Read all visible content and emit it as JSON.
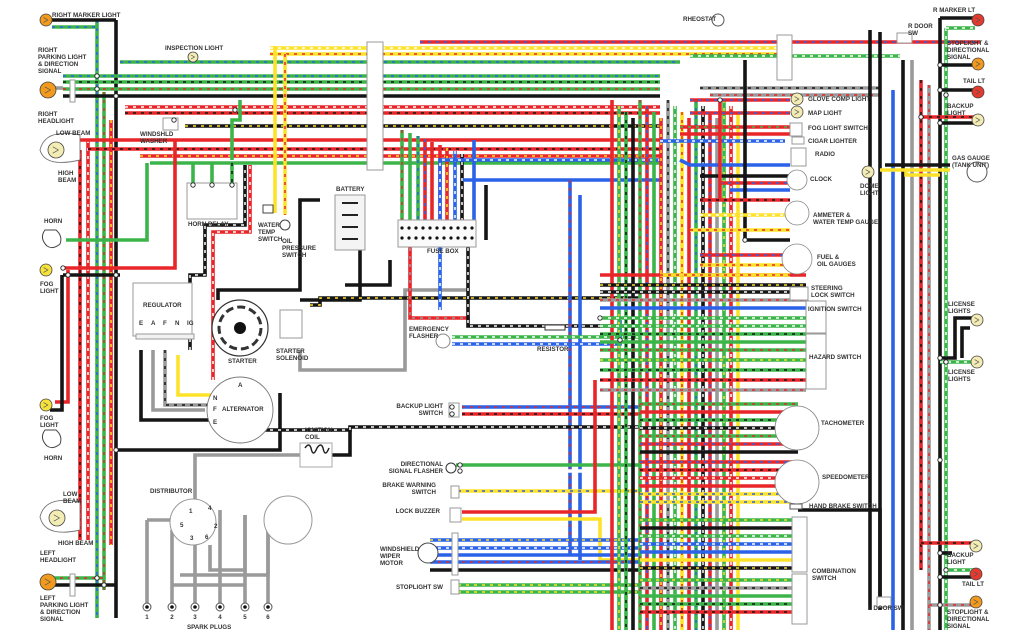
{
  "title": "Wiring Diagram",
  "colors": {
    "red": "#e8262a",
    "green": "#3bb54a",
    "blue": "#2a62e8",
    "yellow": "#fde22a",
    "black": "#151515",
    "gray": "#9a9a9a",
    "white": "#ffffff",
    "orange_lamp": "#f29a1d",
    "red_lamp": "#e63a2e",
    "cream_lamp": "#f3ecb4",
    "yellow_lamp": "#f6e23a"
  },
  "labels": {
    "right_marker_light": "RIGHT MARKER LIGHT",
    "right_parking_light": [
      "RIGHT",
      "PARKING LIGHT",
      "& DIRECTION",
      "SIGNAL"
    ],
    "right_headlight": [
      "RIGHT",
      "HEADLIGHT"
    ],
    "low_beam_r": "LOW BEAM",
    "high_beam_r": [
      "HIGH",
      "BEAM"
    ],
    "inspection_light": "INSPECTION LIGHT",
    "windshld_washer": [
      "WINDSHLD",
      "WASHER"
    ],
    "horn_relay": "HORN RELAY",
    "horn_top": "HORN",
    "fog_light_top": [
      "FOG",
      "LIGHT"
    ],
    "regulator": "REGULATOR",
    "regulator_pins": [
      "E",
      "A",
      "F",
      "N",
      "IG"
    ],
    "starter": "STARTER",
    "starter_solenoid": [
      "STARTER",
      "SOLENOID"
    ],
    "battery": "BATTERY",
    "water_temp_switch": [
      "WATER",
      "TEMP",
      "SWITCH"
    ],
    "oil_pressure_switch": [
      "OIL",
      "PRESSURE",
      "SWITCH"
    ],
    "fuse_box": "FUSE BOX",
    "alternator": "ALTERNATOR",
    "alternator_pins": [
      "A",
      "N",
      "F",
      "E"
    ],
    "fog_light_bottom": [
      "FOG",
      "LIGHT"
    ],
    "horn_bottom": "HORN",
    "ignition_coil": [
      "IGNITION",
      "COIL"
    ],
    "distributor": "DISTRIBUTOR",
    "distributor_pins": [
      "1",
      "4",
      "2",
      "6",
      "3",
      "5"
    ],
    "spark_plugs": "SPARK PLUGS",
    "spark_plug_numbers": [
      "1",
      "2",
      "3",
      "4",
      "5",
      "6"
    ],
    "low_beam_l": [
      "LOW",
      "BEAM"
    ],
    "high_beam_l": "HIGH BEAM",
    "left_headlight": [
      "LEFT",
      "HEADLIGHT"
    ],
    "left_parking_light": [
      "LEFT",
      "PARKING LIGHT",
      "& DIRECTION",
      "SIGNAL"
    ],
    "emergency_flasher": [
      "EMERGENCY",
      "FLASHER"
    ],
    "resistor": "RESISTOR",
    "backup_light_switch": [
      "BACKUP LIGHT",
      "SWITCH"
    ],
    "directional_signal_flasher": [
      "DIRECTIONAL",
      "SIGNAL FLASHER"
    ],
    "brake_warning_switch": [
      "BRAKE WARNING",
      "SWITCH"
    ],
    "lock_buzzer": "LOCK BUZZER",
    "windshield_wiper_motor": [
      "WINDSHIELD",
      "WIPER",
      "MOTOR"
    ],
    "stoplight_sw": "STOPLIGHT SW",
    "rheostat": "RHEOSTAT",
    "glove_comp_light": "GLOVE COMP LIGHT",
    "map_light": "MAP LIGHT",
    "fog_light_switch": "FOG LIGHT SWITCH",
    "cigar_lighter": "CIGAR LIGHTER",
    "radio": "RADIO",
    "clock": "CLOCK",
    "ammeter": [
      "AMMETER &",
      "WATER TEMP GAUGE"
    ],
    "fuel_oil_gauges": [
      "FUEL &",
      "OIL GAUGES"
    ],
    "steering_lock_switch": [
      "STEERING",
      "LOCK SWITCH"
    ],
    "ignition_switch": "IGNITION SWITCH",
    "hazard_switch": "HAZARD SWITCH",
    "tachometer": "TACHOMETER",
    "speedometer": "SPEEDOMETER",
    "hand_brake_switch": "HAND BRAKE SWITCH",
    "combination_switch": [
      "COMBINATION",
      "SWITCH"
    ],
    "l_door_sw": "L DOOR SW",
    "dome_light": [
      "DOME",
      "LIGHT"
    ],
    "r_door_sw": [
      "R DOOR",
      "SW"
    ],
    "r_marker_lt": "R MARKER LT",
    "stoplight_directional_r": [
      "STOPLIGHT &",
      "DIRECTIONAL",
      "SIGNAL"
    ],
    "tail_lt_r": "TAIL LT",
    "backup_light_r": [
      "BACKUP",
      "LIGHT"
    ],
    "gas_gauge": [
      "GAS GAUGE",
      "(TANK UNIT)"
    ],
    "license_lights_1": [
      "LICENSE",
      "LIGHTS"
    ],
    "license_lights_2": [
      "LICENSE",
      "LIGHTS"
    ],
    "backup_light_l": [
      "BACKUP",
      "LIGHT"
    ],
    "tail_lt_l": "TAIL LT",
    "stoplight_directional_l": [
      "STOPLIGHT &",
      "DIRECTIONAL",
      "SIGNAL"
    ]
  }
}
